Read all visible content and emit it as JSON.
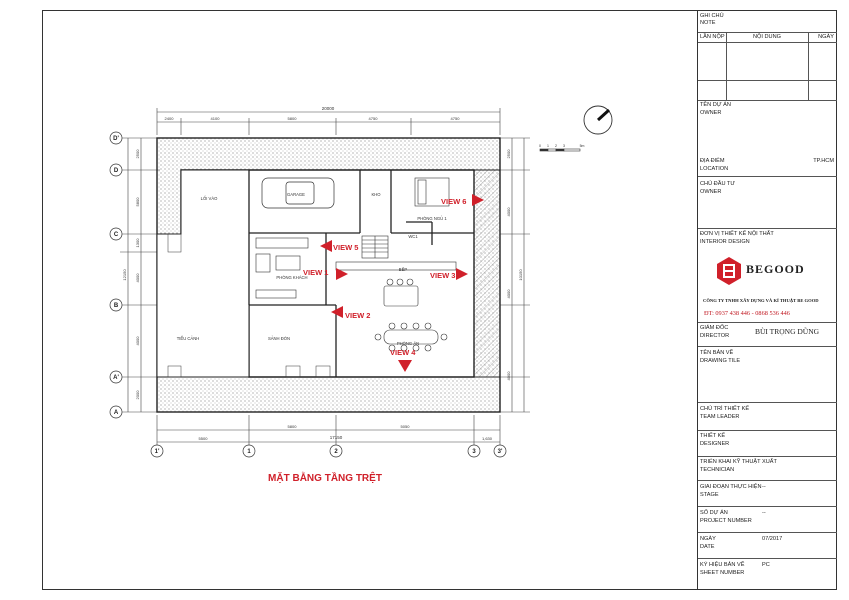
{
  "drawing": {
    "title": "MẶT BẰNG TẦNG TRỆT",
    "dims_top_total": "20000",
    "dims_top": [
      "2400",
      "4100",
      "5800",
      "4750",
      "4750"
    ],
    "dims_bottom_total": "17150",
    "dims_bottom": [
      "5500",
      "5800",
      "5050",
      "1,630"
    ],
    "dims_left": [
      "2500",
      "5800",
      "1300",
      "4000",
      "4000",
      "2000"
    ],
    "dims_left_total": "12150",
    "dims_right": [
      "2500",
      "4000",
      "4000",
      "4000"
    ],
    "dims_right_total": "10150",
    "grid_rows": [
      "D'",
      "D",
      "C",
      "B",
      "A'",
      "A"
    ],
    "grid_cols": [
      "1'",
      "1",
      "2",
      "3",
      "3'"
    ],
    "rooms": {
      "garage": "GARAGE",
      "kho": "KHO",
      "loi_vao": "LỐI VÀO",
      "phong_ngu": "PHÒNG NGỦ 1",
      "wc": "WC1",
      "phong_khach": "PHÒNG KHÁCH",
      "bep": "BẾP",
      "tieu_canh": "TIỂU CẢNH",
      "sanh_don": "SẢNH ĐÓN",
      "phong_an": "PHÒNG ĂN"
    },
    "views": [
      "VIEW 1",
      "VIEW 2",
      "VIEW 3",
      "VIEW 4",
      "VIEW 5",
      "VIEW 6"
    ],
    "scale_ticks": [
      "0",
      "1",
      "2",
      "3",
      "5m"
    ]
  },
  "title_block": {
    "ghi_chu": "GHI CHÚ",
    "note": "NOTE",
    "lan_nop": "LẦN NỘP",
    "noi_dung": "NỘI DUNG",
    "ngay": "NGÀY",
    "ten_du_an": "TÊN DỰ ÁN",
    "owner1": "OWNER",
    "dia_diem": "ĐỊA ĐIỂM",
    "location": "LOCATION",
    "location_value": "TP.HCM",
    "chu_dau_tu": "CHỦ ĐẦU TƯ",
    "owner2": "OWNER",
    "don_vi": "ĐƠN VỊ THIẾT KẾ NỘI THẤT",
    "interior": "INTERIOR DESIGN",
    "brand": "BEGOOD",
    "company": "CÔNG TY TNHH XÂY DỰNG VÀ KÍ THUẬT BE GOOD",
    "phone": "ĐT: 0937 438 446 - 0868 536 446",
    "giam_doc": "GIÁM ĐỐC",
    "director": "DIRECTOR",
    "director_name": "BÙI TRỌNG DŨNG",
    "ten_ban_ve": "TÊN BẢN VẼ",
    "drawing_title": "DRAWING TILE",
    "chu_tri": "CHỦ TRÌ THIẾT KẾ",
    "team_leader": "TEAM LEADER",
    "thiet_ke": "THIẾT KẾ",
    "designer": "DESIGNER",
    "trien_khai": "TRIỂN KHAI KỸ THUẬT",
    "trien_khai_value": "XUẤT",
    "technician": "TECHNICIAN",
    "giai_doan": "GIAI ĐOẠN THỰC HIỆN",
    "stage": "STAGE",
    "stage_value": "--",
    "so_du_an": "SỐ DỰ ÁN",
    "project_number": "PROJECT NUMBER",
    "project_value": "--",
    "ngay2": "NGÀY",
    "date": "DATE",
    "date_value": "07/2017",
    "ky_hieu": "KÝ HIỆU BẢN VẼ",
    "sheet_number": "SHEET NUMBER",
    "sheet_value": "PC"
  }
}
